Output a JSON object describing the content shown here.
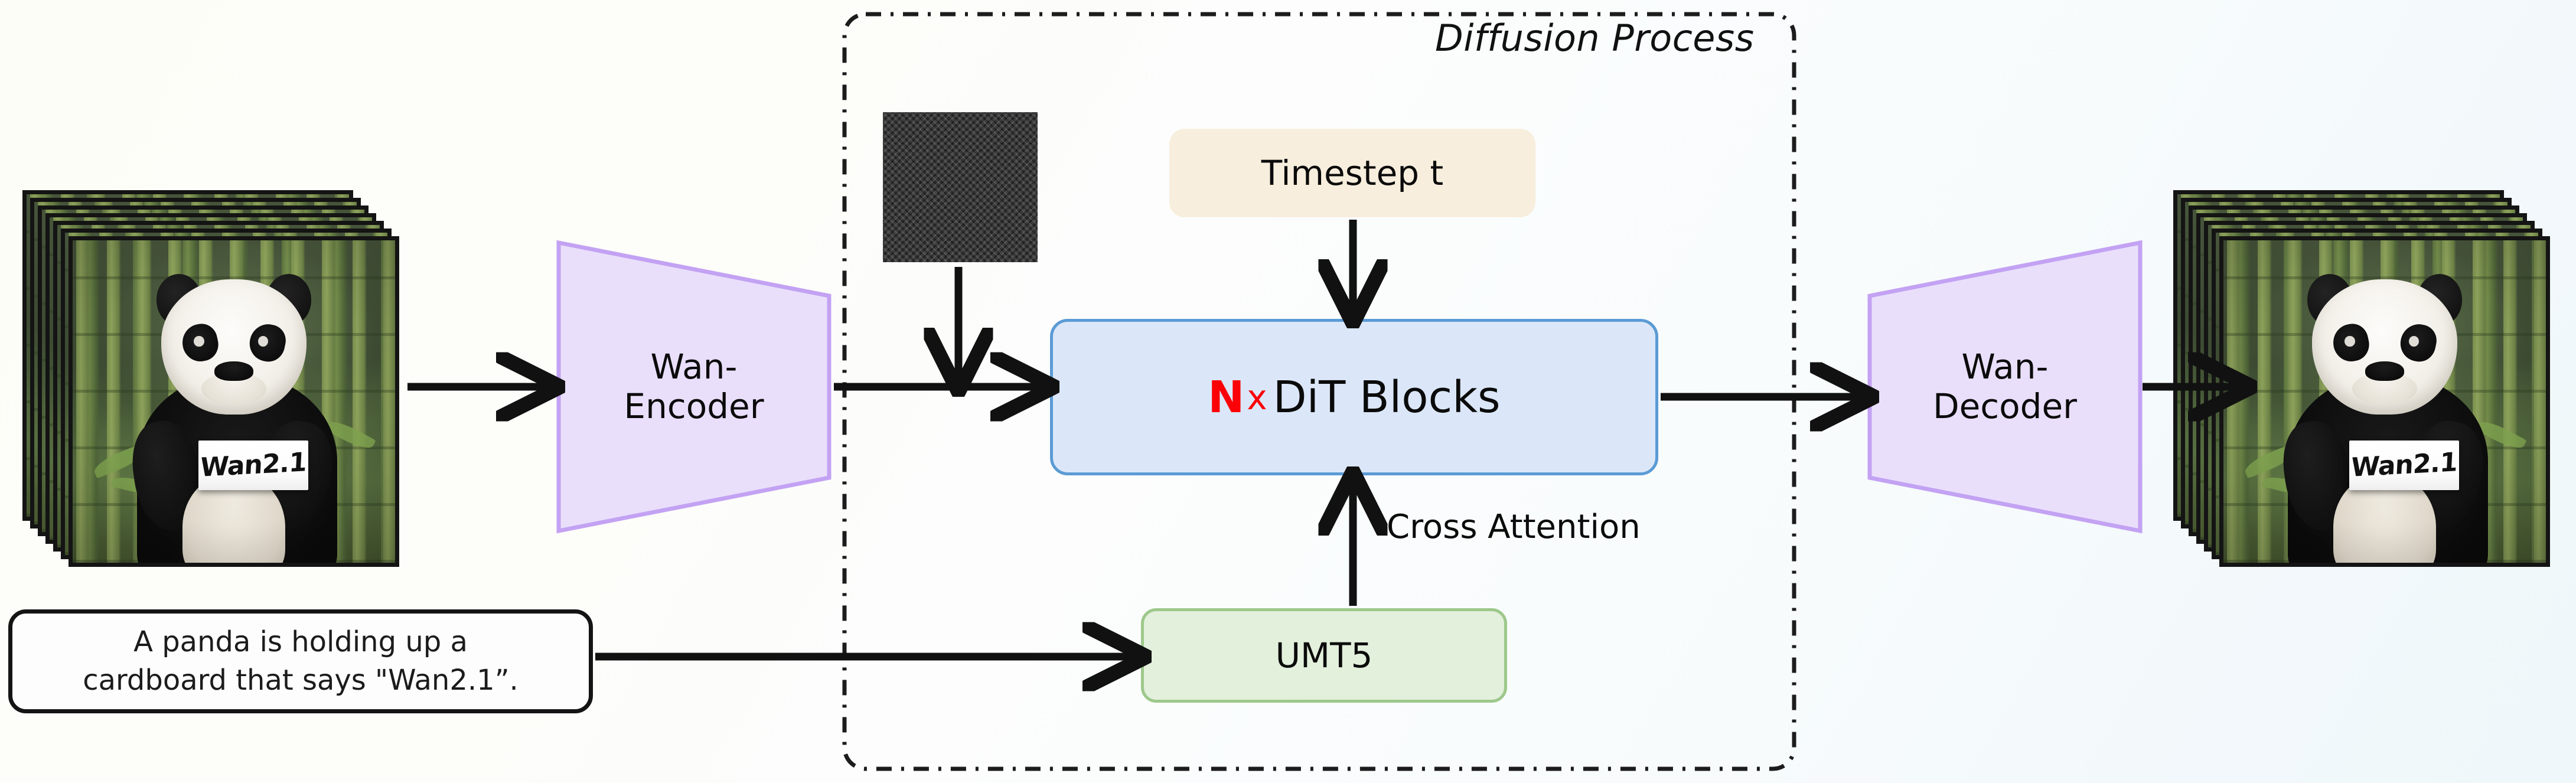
{
  "diagram": {
    "title": "Wan2.1 video diffusion pipeline",
    "background_start": "#fdfdf8",
    "background_end": "#eff7fa"
  },
  "diffusion_group": {
    "title": "Diffusion Process",
    "border_style": "dash-dot",
    "border_color": "#1c1c1c"
  },
  "input": {
    "frame_stack_name": "input-video-frames",
    "card_text": "Wan2.1",
    "frame_count": 7
  },
  "output": {
    "frame_stack_name": "output-video-frames",
    "card_text": "Wan2.1",
    "frame_count": 7
  },
  "prompt": {
    "line1": "A panda is holding up a",
    "line2": "cardboard that says \"Wan2.1”.",
    "full_text": "A panda is holding up a cardboard that says \"Wan2.1”."
  },
  "blocks": {
    "encoder": {
      "line1": "Wan-",
      "line2": "Encoder",
      "fill": "#e9dffb",
      "stroke": "#c3a2f3"
    },
    "decoder": {
      "line1": "Wan-",
      "line2": "Decoder",
      "fill": "#e9dffb",
      "stroke": "#c3a2f3"
    },
    "timestep": {
      "label": "Timestep t",
      "fill": "#f8eedd"
    },
    "dit": {
      "prefix_n": "N",
      "prefix_x": "x",
      "label": "DiT Blocks",
      "fill": "#dbe7f8",
      "stroke": "#5b9bd5",
      "accent": "#fb0007"
    },
    "umt5": {
      "label": "UMT5",
      "fill": "#e3f0dc",
      "stroke": "#9dc88b"
    },
    "noise": {
      "name": "gaussian-noise-latent",
      "fill": "#9b9b9b"
    }
  },
  "edges": {
    "cross_attention_label": "Cross Attention",
    "color": "#111111"
  }
}
